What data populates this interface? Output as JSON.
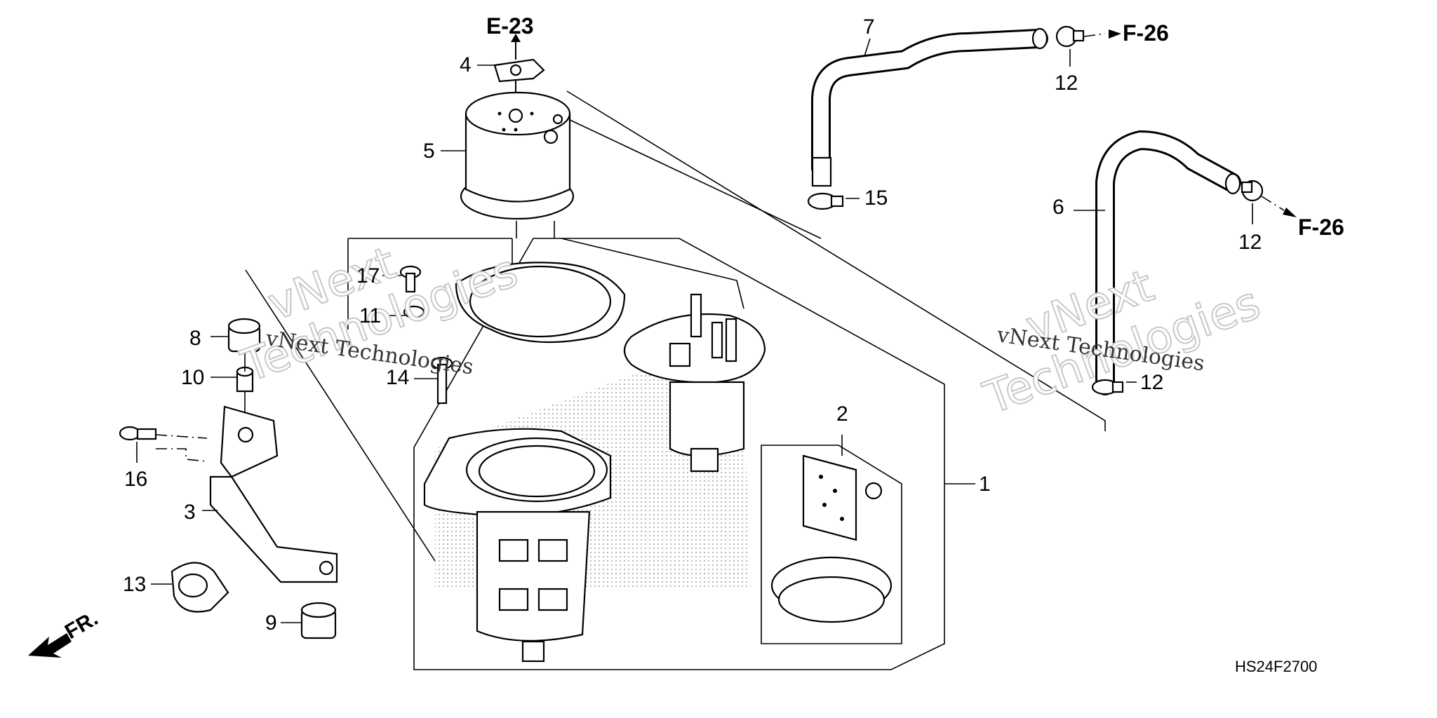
{
  "callouts": [
    "1",
    "2",
    "3",
    "4",
    "5",
    "6",
    "7",
    "8",
    "9",
    "10",
    "11",
    "12",
    "12",
    "12",
    "13",
    "14",
    "15",
    "16",
    "17"
  ],
  "references": {
    "e23": "E-23",
    "f26_top": "F-26",
    "f26_bottom": "F-26"
  },
  "front_label": "FR.",
  "diagram_code": "HS24F2700",
  "watermarks": {
    "big_line1": "vNext",
    "big_line2": "Technologies",
    "small": "vNext Technologies"
  }
}
